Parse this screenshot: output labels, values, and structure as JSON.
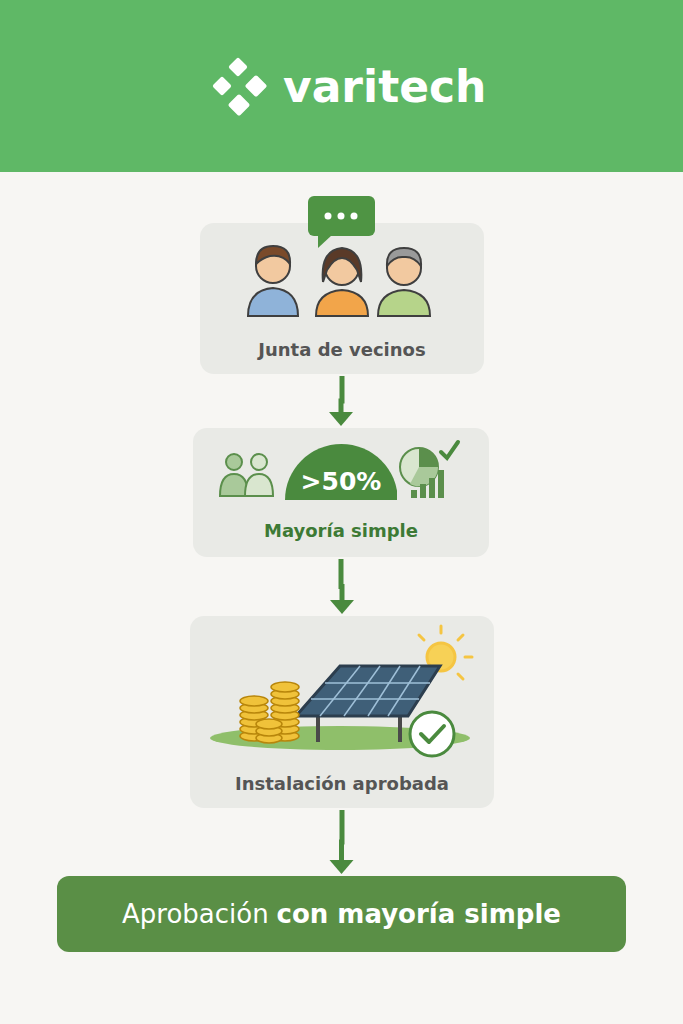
{
  "diagram": {
    "nodes": [
      {
        "text": [
          "varitech"
        ]
      },
      {
        "text": [
          "Junta de vecinos"
        ]
      },
      {
        "text": [
          "Mayoría simple"
        ]
      },
      {
        "text": [
          ">50%"
        ],
        "in": 2
      },
      {
        "text": [
          "Instalación aprobada"
        ]
      },
      {
        "text": [
          "Aprobación",
          "con mayoría simple"
        ]
      }
    ],
    "edges": [
      {
        "from": 1,
        "to": 2,
        "arrow": "to"
      },
      {
        "from": 2,
        "to": 4,
        "arrow": "to"
      },
      {
        "from": 4,
        "to": 5,
        "arrow": "to"
      }
    ]
  }
}
